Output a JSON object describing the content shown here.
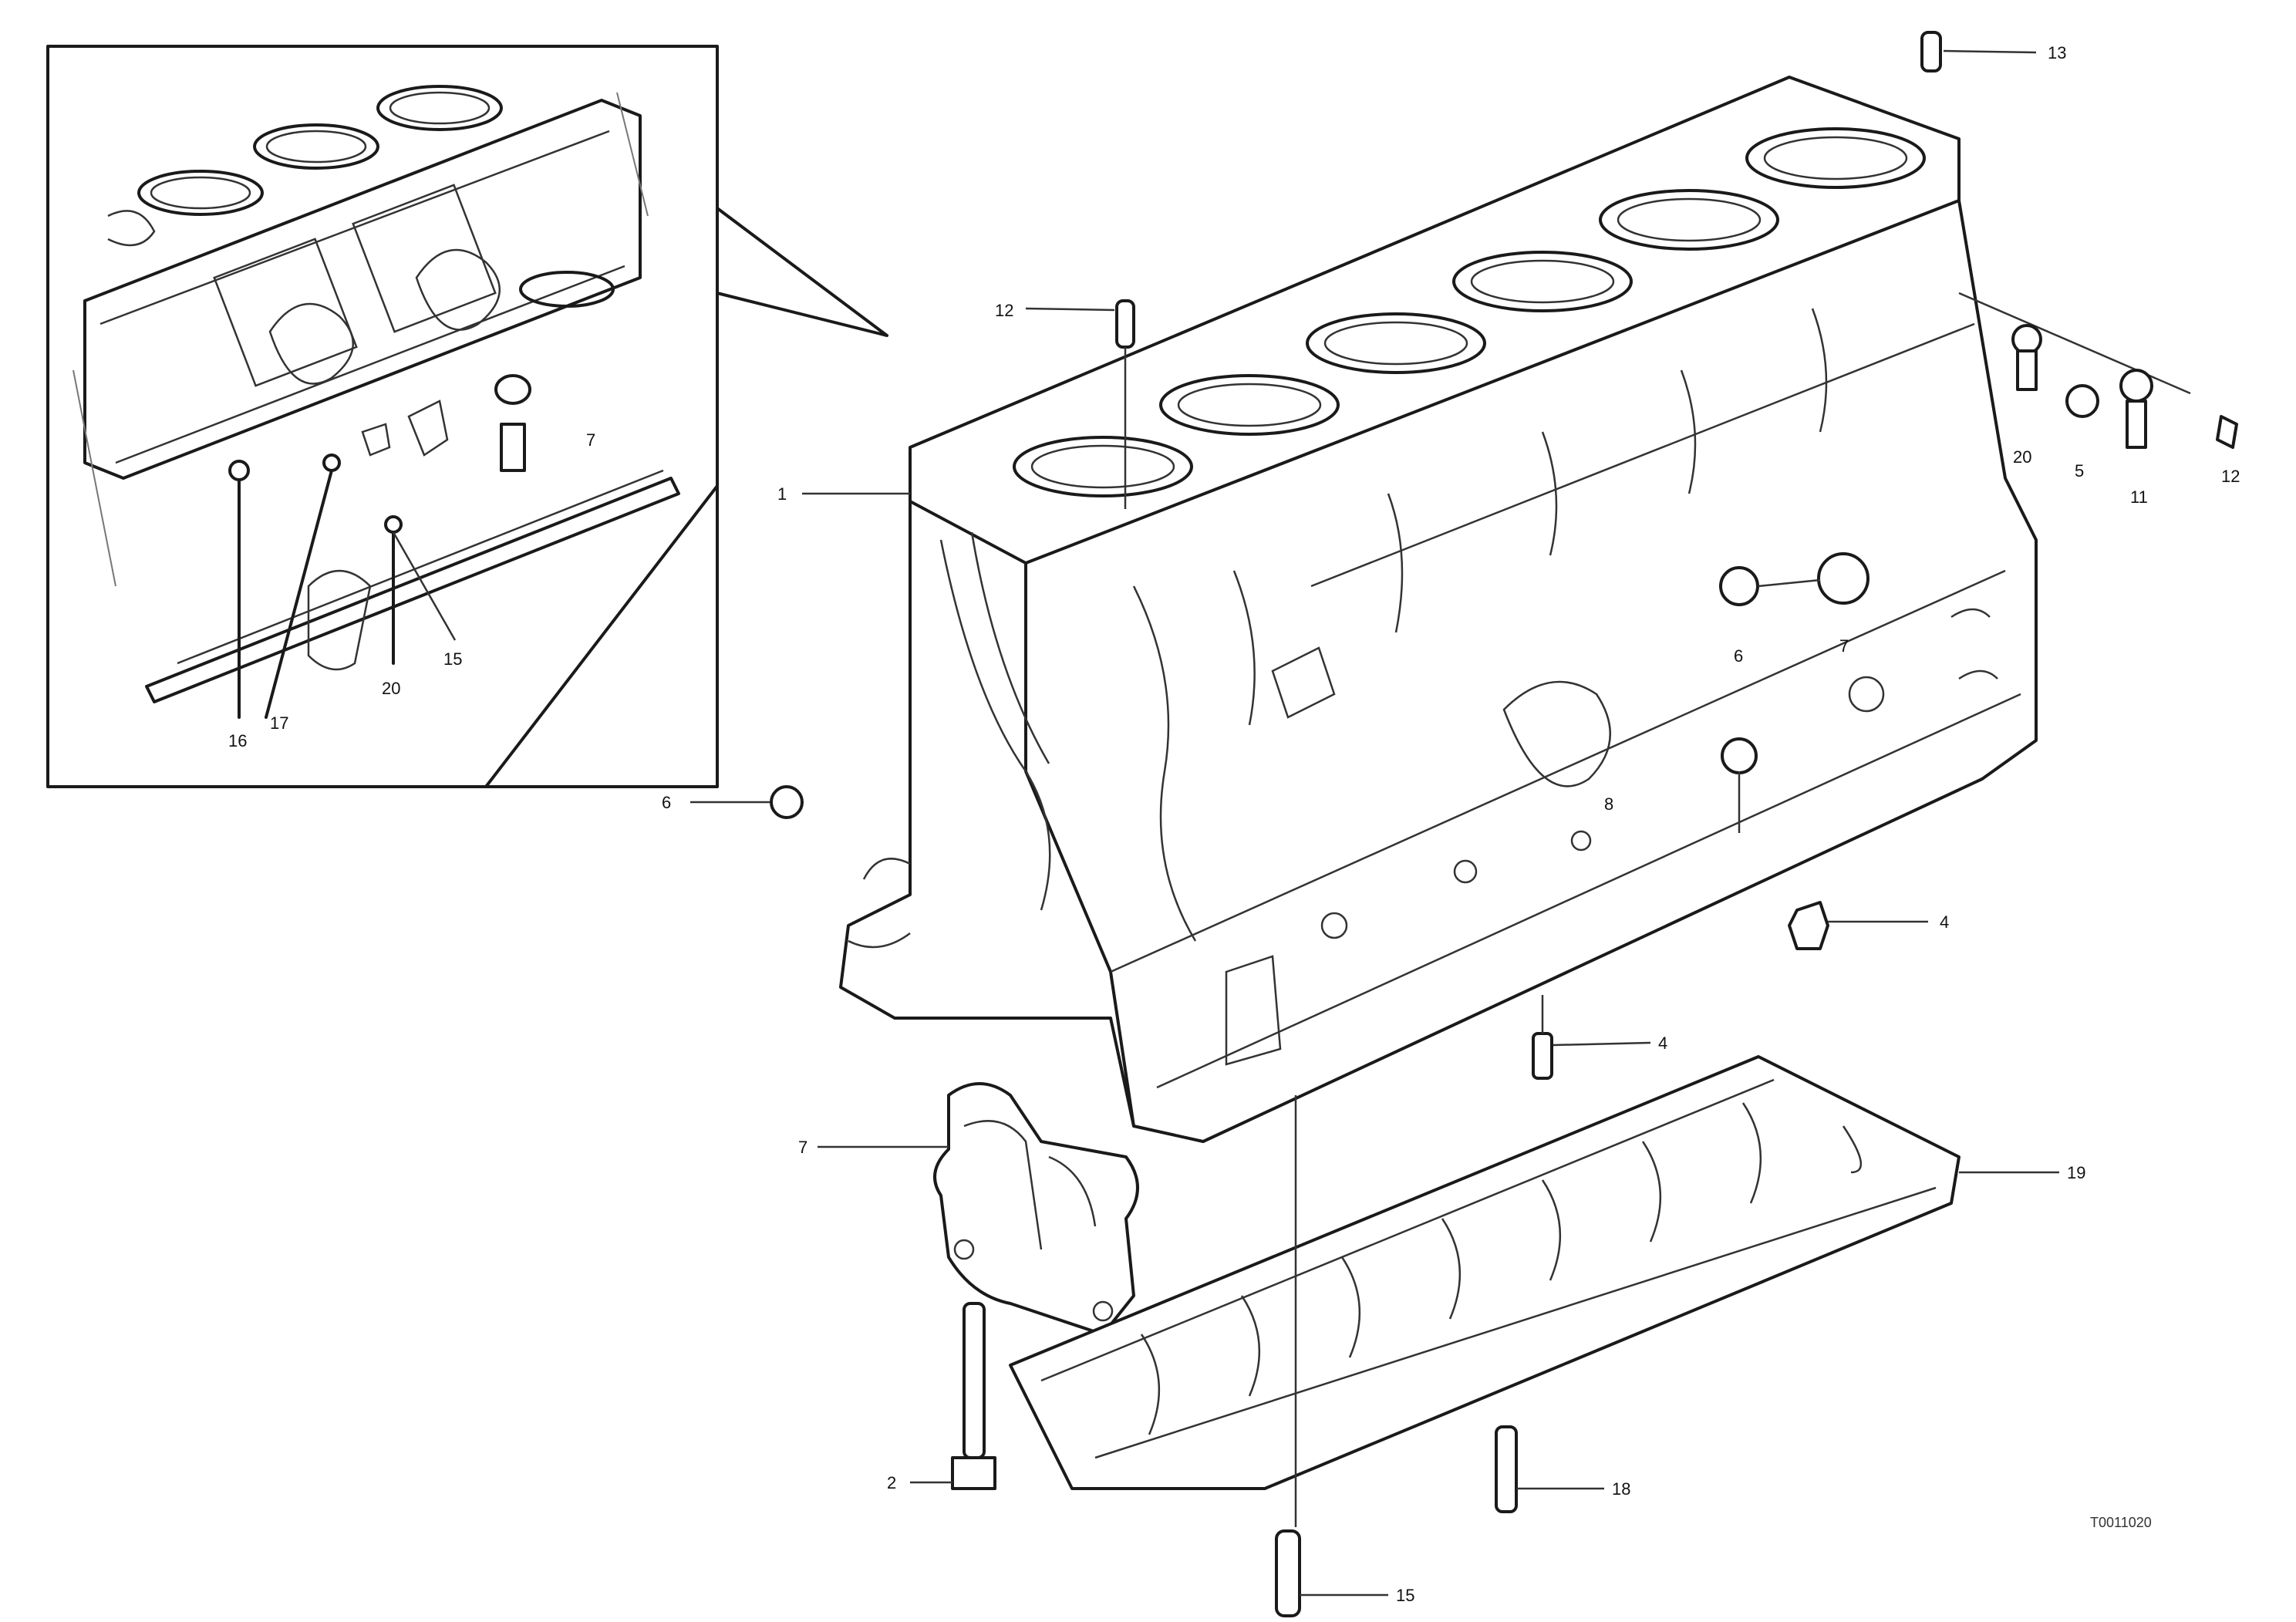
{
  "labels": {
    "main": {
      "top_bolt": "13",
      "head_stud": "12",
      "block": "1",
      "right_a": "20",
      "right_b": "5",
      "right_c": "11",
      "right_d": "12",
      "side_plug_a": "6",
      "side_plug_b": "7",
      "front_plug": "6",
      "lower_plug": "4",
      "under_bolt": "4",
      "mid_mark": "8",
      "cover": "7",
      "frame": "19",
      "cover_bolt": "2",
      "frame_bolt": "18",
      "bottom_bolt": "15"
    },
    "inset": {
      "left_a": "16",
      "left_b": "17",
      "mid": "20",
      "right": "15",
      "plug": "7"
    }
  },
  "drawing_number": "T0011020",
  "caption_line_1": "",
  "caption_line_2": ""
}
